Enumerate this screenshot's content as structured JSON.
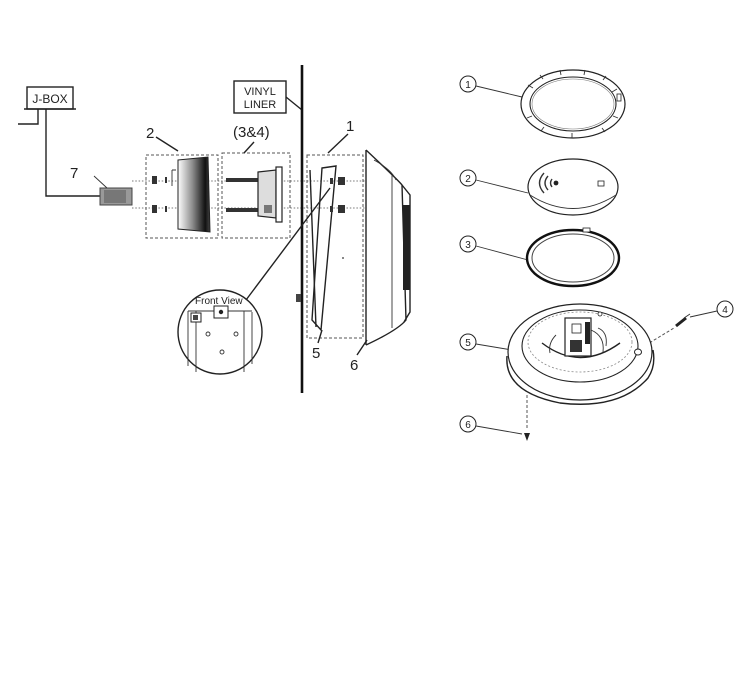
{
  "left_diagram": {
    "jbox_label": "J-BOX",
    "liner_label_line1": "VINYL",
    "liner_label_line2": "LINER",
    "callout_1": "1",
    "callout_2": "2",
    "callout_3_4": "(3&4)",
    "callout_5": "5",
    "callout_6": "6",
    "callout_7": "7",
    "inset_label": "Front View"
  },
  "right_diagram": {
    "callouts": [
      "1",
      "2",
      "3",
      "4",
      "5",
      "6"
    ]
  }
}
